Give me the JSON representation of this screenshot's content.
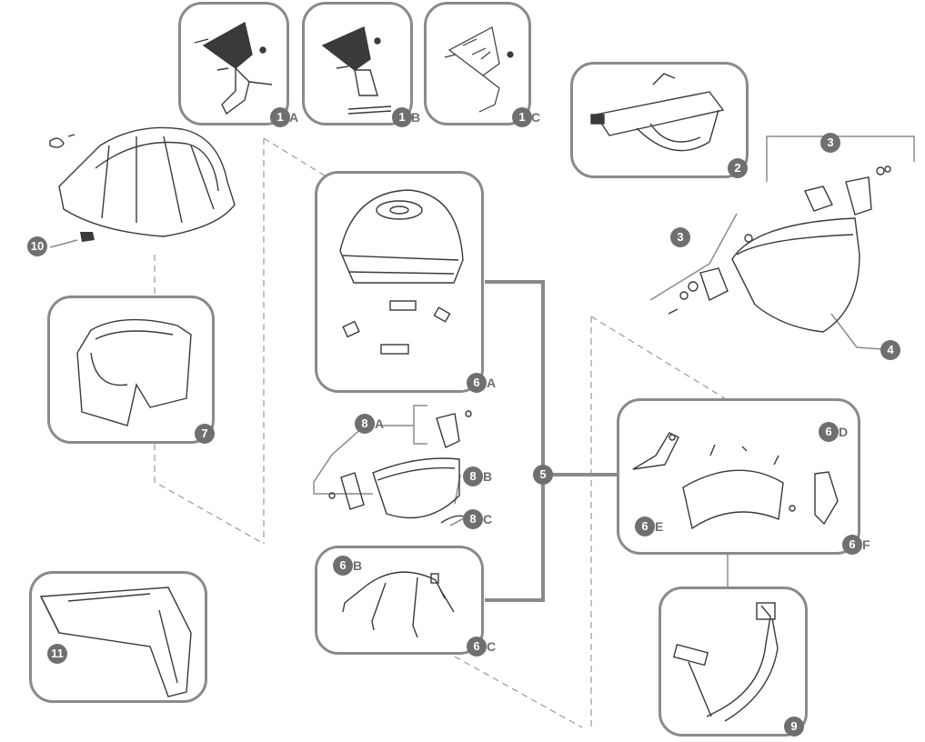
{
  "diagram": {
    "colors": {
      "line": "#8a8a8a",
      "badge": "#6f6f6f",
      "sketch": "#3a3a3a",
      "dark": "#2b2b2b"
    },
    "callouts": {
      "c1A": {
        "num": "1",
        "suffix": "A"
      },
      "c1B": {
        "num": "1",
        "suffix": "B"
      },
      "c1C": {
        "num": "1",
        "suffix": "C"
      },
      "c2": {
        "num": "2"
      },
      "c3a": {
        "num": "3"
      },
      "c3b": {
        "num": "3"
      },
      "c4": {
        "num": "4"
      },
      "c5": {
        "num": "5"
      },
      "c6A": {
        "num": "6",
        "suffix": "A"
      },
      "c6B": {
        "num": "6",
        "suffix": "B"
      },
      "c6C": {
        "num": "6",
        "suffix": "C"
      },
      "c6D": {
        "num": "6",
        "suffix": "D"
      },
      "c6E": {
        "num": "6",
        "suffix": "E"
      },
      "c6F": {
        "num": "6",
        "suffix": "F"
      },
      "c7": {
        "num": "7"
      },
      "c8A": {
        "num": "8",
        "suffix": "A"
      },
      "c8B": {
        "num": "8",
        "suffix": "B"
      },
      "c8C": {
        "num": "8",
        "suffix": "C"
      },
      "c9": {
        "num": "9"
      },
      "c10": {
        "num": "10"
      },
      "c11": {
        "num": "11"
      }
    }
  }
}
